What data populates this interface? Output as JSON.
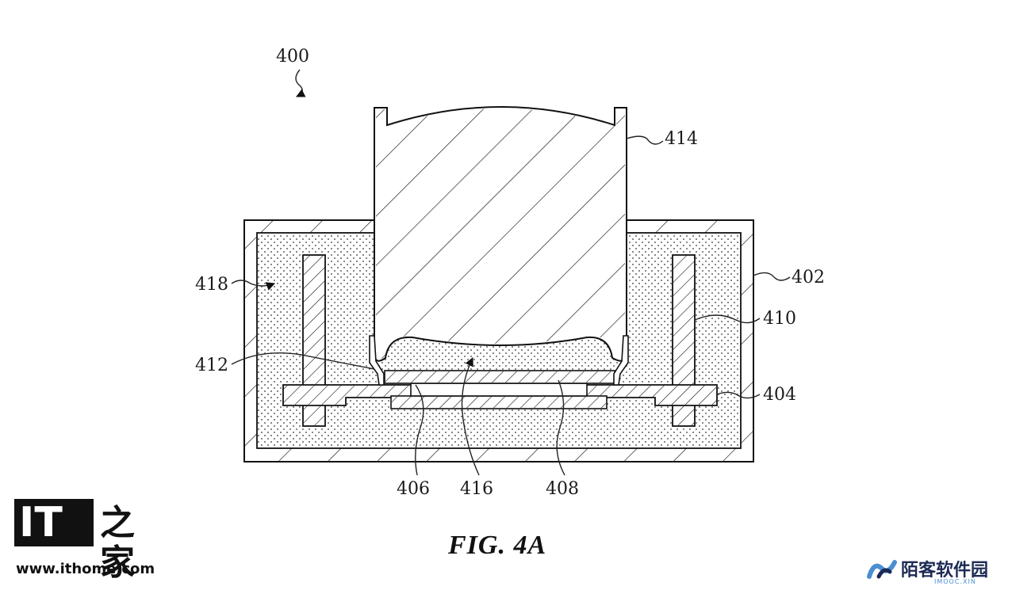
{
  "figure": {
    "ref_main": "400",
    "labels": {
      "l402": "402",
      "l404": "404",
      "l406": "406",
      "l408": "408",
      "l410": "410",
      "l412": "412",
      "l414": "414",
      "l416": "416",
      "l418": "418"
    },
    "caption": "FIG. 4A"
  },
  "watermarks": {
    "ithome_mark": "IT",
    "ithome_cn": "之家",
    "ithome_url": "www.ithome.com",
    "mooc_cn": "陌客软件园",
    "mooc_sub": "IMOOC.XIN"
  },
  "colors": {
    "ink": "#111111",
    "mooc_brand": "#4a8fd1"
  }
}
